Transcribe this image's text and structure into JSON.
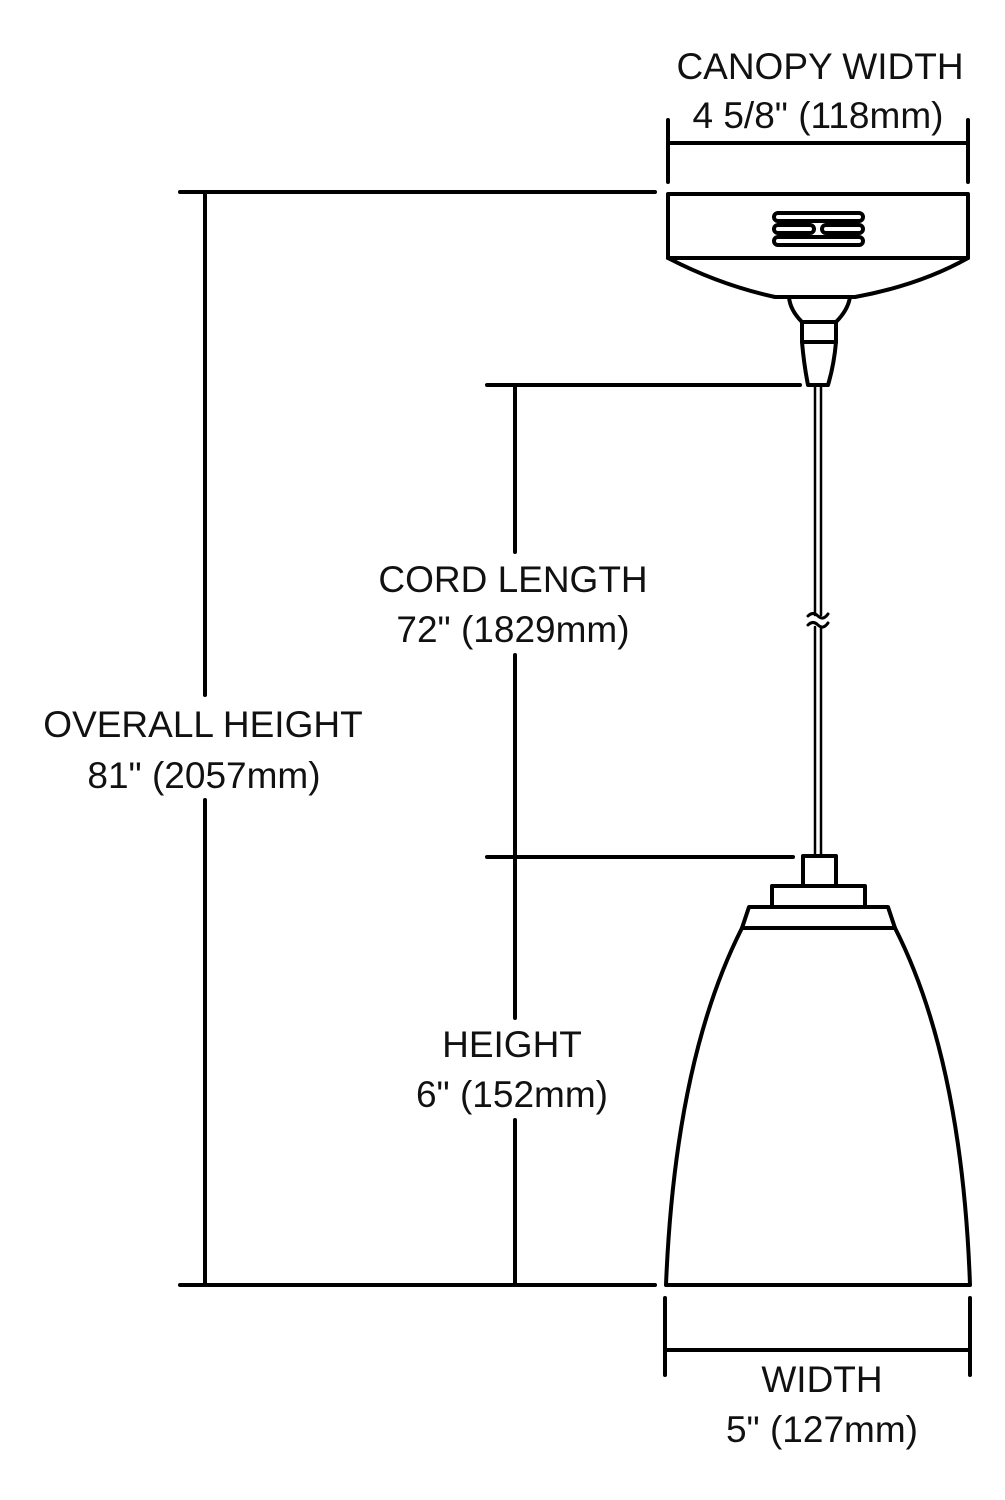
{
  "colors": {
    "line": "#000000",
    "background": "#ffffff"
  },
  "dimensions": {
    "canopy_width": {
      "label": "CANOPY WIDTH",
      "value": "4 5/8\" (118mm)"
    },
    "cord_length": {
      "label": "CORD LENGTH",
      "value": "72\" (1829mm)"
    },
    "overall_height": {
      "label": "OVERALL HEIGHT",
      "value": "81\" (2057mm)"
    },
    "height": {
      "label": "HEIGHT",
      "value": "6\" (152mm)"
    },
    "width": {
      "label": "WIDTH",
      "value": "5\" (127mm)"
    }
  }
}
